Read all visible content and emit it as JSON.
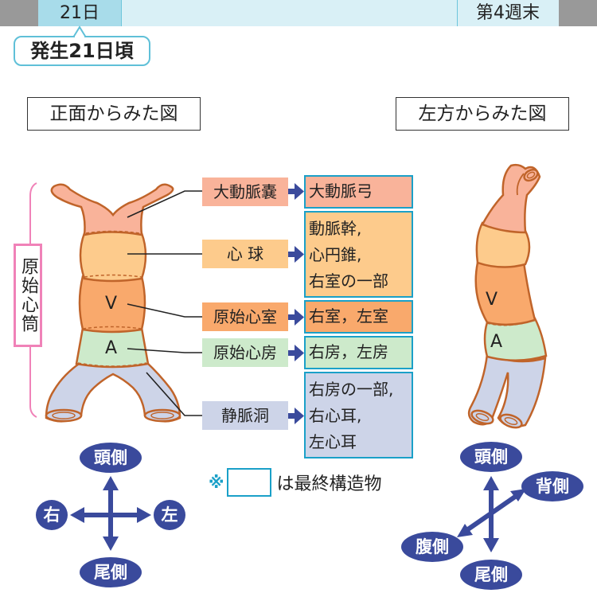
{
  "timeline": {
    "day_label": "21日",
    "week_label": "第4週末"
  },
  "callout": {
    "text": "発生21日頃"
  },
  "views": {
    "front_title": "正面からみた図",
    "left_title": "左方からみた図"
  },
  "bracket_label": "原始心筒",
  "region_markers": {
    "ventricle": "V",
    "atrium": "A"
  },
  "structures": [
    {
      "name": "大動脈嚢",
      "fate": [
        "大動脈弓"
      ],
      "color": "#f9b39a"
    },
    {
      "name": "心 球",
      "fate": [
        "動脈幹,",
        "心円錐,",
        "右室の一部"
      ],
      "color": "#fdcb8c"
    },
    {
      "name": "原始心室",
      "fate": [
        "右室，左室"
      ],
      "color": "#f9a96c"
    },
    {
      "name": "原始心房",
      "fate": [
        "右房，左房"
      ],
      "color": "#cdeacb"
    },
    {
      "name": "静脈洞",
      "fate": [
        "右房の一部,",
        "右心耳,",
        "左心耳"
      ],
      "color": "#cdd4e8"
    }
  ],
  "legend_note": {
    "mark": "※",
    "text": "は最終構造物"
  },
  "front_axes": {
    "up": "頭側",
    "down": "尾側",
    "left": "右",
    "right": "左"
  },
  "side_axes": {
    "up": "頭側",
    "down": "尾側",
    "back": "背側",
    "front": "腹側"
  },
  "colors": {
    "accent_blue": "#3a4a9c",
    "frame_cyan": "#1aa0c8",
    "bracket_pink": "#f082b8",
    "outline_brown": "#c0642a"
  }
}
